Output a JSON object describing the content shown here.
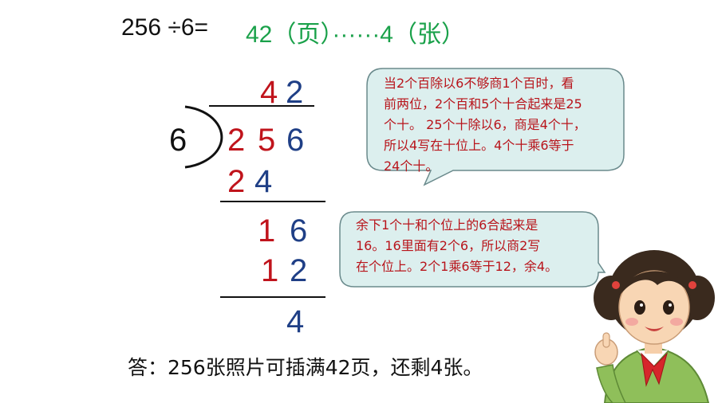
{
  "equation": {
    "left": "256 ÷6=",
    "result": "42（页）······4（张）"
  },
  "division": {
    "divisor": "6",
    "quotient": [
      "4",
      "2"
    ],
    "dividend": [
      "2",
      "5",
      "6"
    ],
    "step1": [
      "2",
      "4"
    ],
    "step2": [
      "1",
      "6"
    ],
    "step3": [
      "1",
      "2"
    ],
    "remainder": "4"
  },
  "bubble1": {
    "lines": [
      "当2个百除以6不够商1个百时，看",
      "前两位，2个百和5个十合起来是25",
      "个十。 25个十除以6，商是4个十，",
      "所以4写在十位上。4个十乘6等于",
      "24个十。"
    ]
  },
  "bubble2": {
    "lines": [
      "余下1个十和个位上的6合起来是",
      "16。16里面有2个6，所以商2写",
      "在个位上。2个1乘6等于12，余4。"
    ]
  },
  "answer": "答：256张照片可插满42页，还剩4张。",
  "colors": {
    "red": "#c0141c",
    "blue": "#1f3f86",
    "green": "#1aa14a",
    "bubble_fill": "#dcefee",
    "bubble_stroke": "#6a8a8c"
  }
}
